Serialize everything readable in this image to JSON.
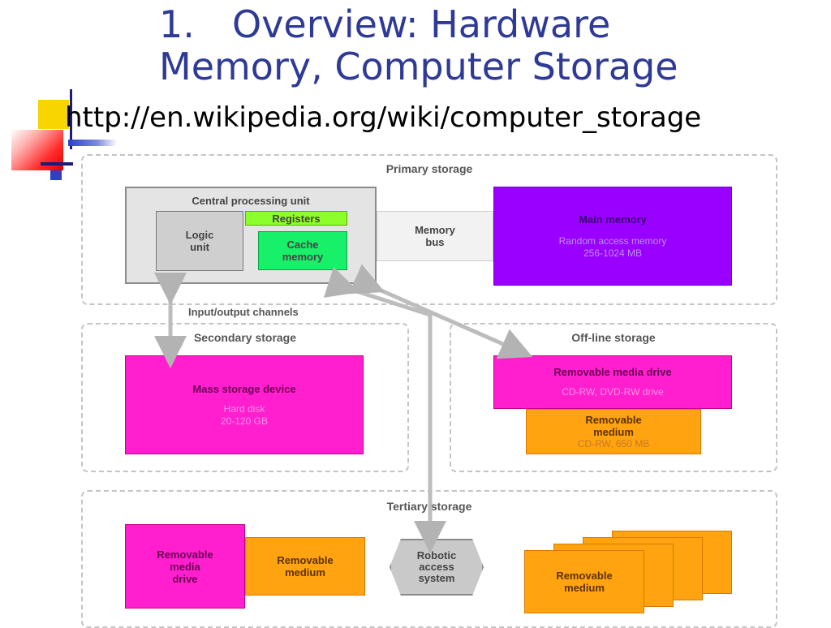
{
  "slide": {
    "title_number": "1.",
    "title_line1": "Overview: Hardware",
    "title_line2": "Memory, Computer Storage",
    "url": "http://en.wikipedia.org/wiki/computer_storage"
  },
  "diagram": {
    "primary": {
      "label": "Primary storage",
      "cpu": {
        "label": "Central processing unit",
        "logic_unit": "Logic\nunit",
        "registers": "Registers",
        "cache": "Cache\nmemory"
      },
      "memory_bus": "Memory\nbus",
      "main_memory": {
        "title": "Main memory",
        "line1": "Random access memory",
        "line2": "256-1024 MB"
      }
    },
    "io_channels": "Input/output channels",
    "secondary": {
      "label": "Secondary storage",
      "device_title": "Mass storage device",
      "line1": "Hard disk",
      "line2": "20-120 GB"
    },
    "offline": {
      "label": "Off-line storage",
      "drive_title": "Removable media drive",
      "drive_sub": "CD-RW, DVD-RW drive",
      "medium_title": "Removable\nmedium",
      "medium_sub": "CD-RW, 650 MB"
    },
    "tertiary": {
      "label": "Tertiary storage",
      "drive": "Removable\nmedia\ndrive",
      "medium": "Removable\nmedium",
      "robot": "Robotic\naccess\nsystem",
      "stack_medium": "Removable\nmedium"
    }
  },
  "colors": {
    "title": "#2e3a96",
    "pink": "#ff1fcf",
    "purple": "#9900ff",
    "orange": "#ffa310",
    "green": "#19f06a"
  }
}
